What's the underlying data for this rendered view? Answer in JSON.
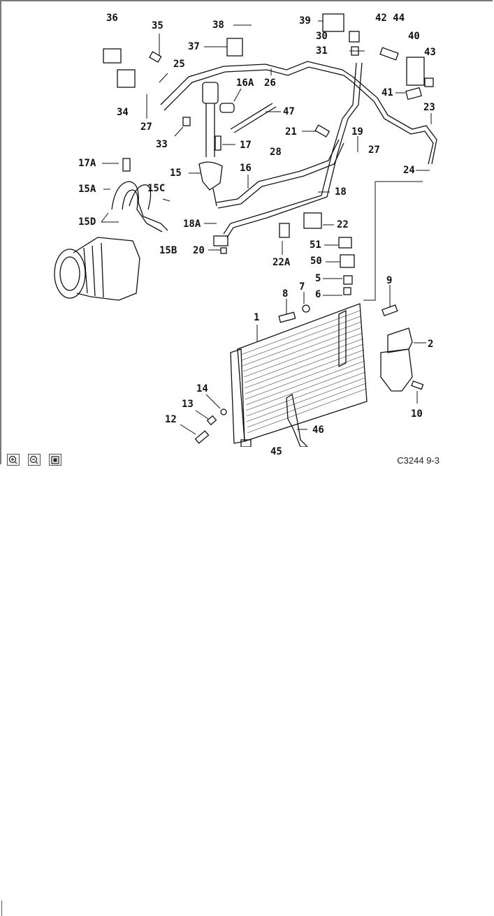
{
  "diagram": {
    "title_code": "C3244 9-3",
    "subject": "A/C system exploded parts diagram",
    "callouts": [
      {
        "id": "36",
        "label": "36"
      },
      {
        "id": "35",
        "label": "35"
      },
      {
        "id": "38",
        "label": "38"
      },
      {
        "id": "39",
        "label": "39"
      },
      {
        "id": "42_44",
        "label": "42 44"
      },
      {
        "id": "30",
        "label": "30"
      },
      {
        "id": "31",
        "label": "31"
      },
      {
        "id": "40",
        "label": "40"
      },
      {
        "id": "43",
        "label": "43"
      },
      {
        "id": "37",
        "label": "37"
      },
      {
        "id": "25",
        "label": "25"
      },
      {
        "id": "26",
        "label": "26"
      },
      {
        "id": "16A",
        "label": "16A"
      },
      {
        "id": "41",
        "label": "41"
      },
      {
        "id": "34",
        "label": "34"
      },
      {
        "id": "27a",
        "label": "27"
      },
      {
        "id": "47",
        "label": "47"
      },
      {
        "id": "23",
        "label": "23"
      },
      {
        "id": "33",
        "label": "33"
      },
      {
        "id": "21",
        "label": "21"
      },
      {
        "id": "19",
        "label": "19"
      },
      {
        "id": "17",
        "label": "17"
      },
      {
        "id": "28",
        "label": "28"
      },
      {
        "id": "27b",
        "label": "27"
      },
      {
        "id": "17A",
        "label": "17A"
      },
      {
        "id": "16",
        "label": "16"
      },
      {
        "id": "24",
        "label": "24"
      },
      {
        "id": "15",
        "label": "15"
      },
      {
        "id": "15A",
        "label": "15A"
      },
      {
        "id": "15C",
        "label": "15C"
      },
      {
        "id": "18",
        "label": "18"
      },
      {
        "id": "15D",
        "label": "15D"
      },
      {
        "id": "18A",
        "label": "18A"
      },
      {
        "id": "22",
        "label": "22"
      },
      {
        "id": "15B",
        "label": "15B"
      },
      {
        "id": "20",
        "label": "20"
      },
      {
        "id": "51",
        "label": "51"
      },
      {
        "id": "22A",
        "label": "22A"
      },
      {
        "id": "50",
        "label": "50"
      },
      {
        "id": "5",
        "label": "5"
      },
      {
        "id": "7",
        "label": "7"
      },
      {
        "id": "6",
        "label": "6"
      },
      {
        "id": "8",
        "label": "8"
      },
      {
        "id": "9",
        "label": "9"
      },
      {
        "id": "1",
        "label": "1"
      },
      {
        "id": "2",
        "label": "2"
      },
      {
        "id": "14",
        "label": "14"
      },
      {
        "id": "13",
        "label": "13"
      },
      {
        "id": "10",
        "label": "10"
      },
      {
        "id": "12",
        "label": "12"
      },
      {
        "id": "46",
        "label": "46"
      },
      {
        "id": "45",
        "label": "45"
      }
    ]
  },
  "toolbar": {
    "zoom_in": {
      "icon": "zoom-in-icon",
      "label": "Zoom in"
    },
    "zoom_out": {
      "icon": "zoom-out-icon",
      "label": "Zoom out"
    },
    "fit": {
      "icon": "fit-window-icon",
      "label": "Fit to window"
    }
  }
}
